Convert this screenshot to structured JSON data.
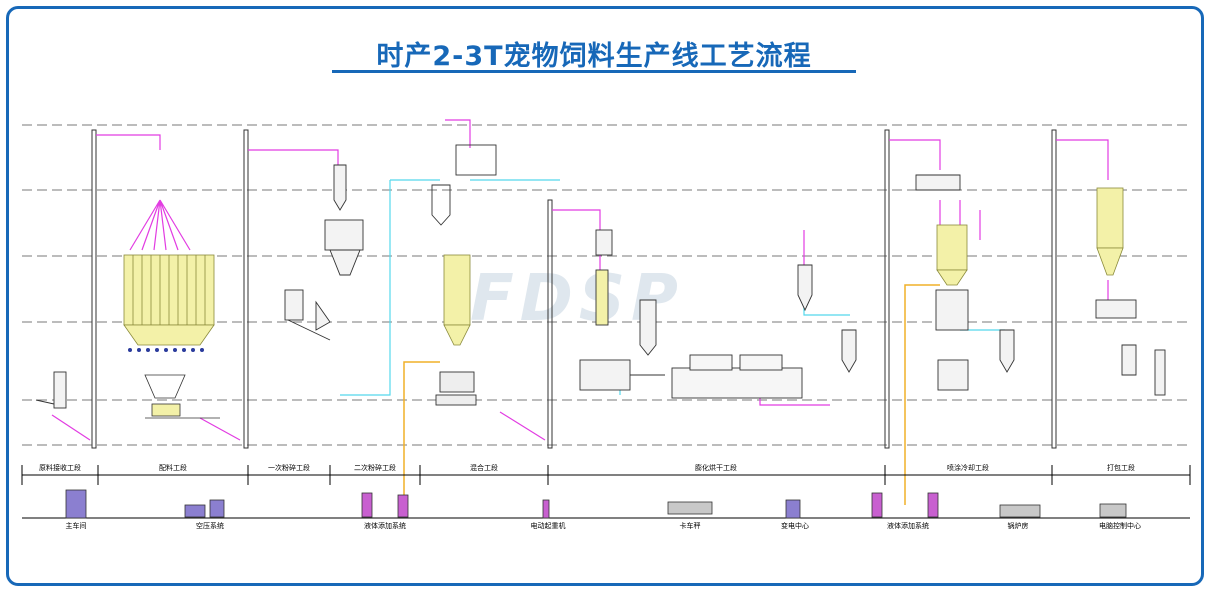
{
  "title": "时产2-3T宠物饲料生产线工艺流程",
  "watermark": "FDSP",
  "sections": [
    {
      "label": "原料接收工段"
    },
    {
      "label": "配料工段"
    },
    {
      "label": "一次粉碎工段"
    },
    {
      "label": "二次粉碎工段"
    },
    {
      "label": "混合工段"
    },
    {
      "label": "膨化烘干工段"
    },
    {
      "label": "喷涂冷却工段"
    },
    {
      "label": "打包工段"
    }
  ],
  "facilities": [
    {
      "label": "主车间"
    },
    {
      "label": "空压系统"
    },
    {
      "label": "液体添加系统"
    },
    {
      "label": "电动起重机"
    },
    {
      "label": "卡车秤"
    },
    {
      "label": "变电中心"
    },
    {
      "label": "液体添加系统"
    },
    {
      "label": "锅炉房"
    },
    {
      "label": "电脑控制中心"
    }
  ],
  "colors": {
    "frame": "#1768b8",
    "title": "#1768b8",
    "equipment_fill": "#f3f1a8",
    "conveyor_pink": "#e23ce2",
    "air_cyan": "#55d8ec",
    "liquid_orange": "#f0b028",
    "floor_gray": "#7a7a7a"
  }
}
